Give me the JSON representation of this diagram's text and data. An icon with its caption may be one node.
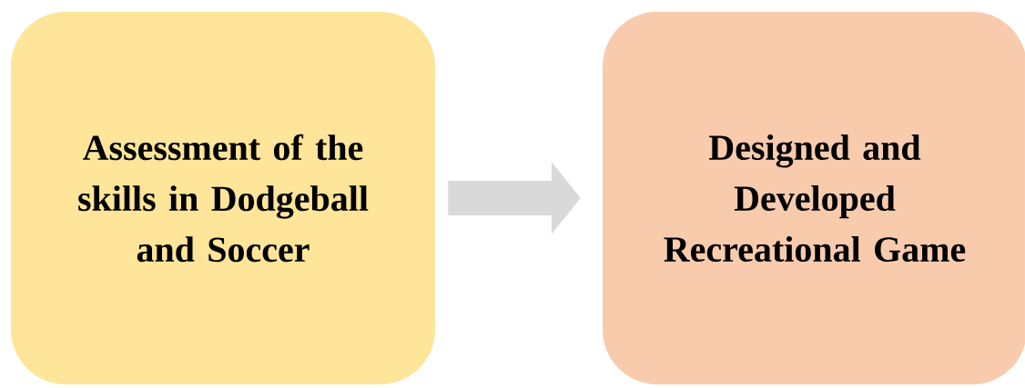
{
  "diagram": {
    "nodes": [
      {
        "text": [
          "Assessment of the skills in Dodgeball and Soccer"
        ]
      },
      {
        "text": [
          "Designed and Developed Recreational Game"
        ]
      }
    ],
    "edges": [
      {
        "from": 0,
        "to": 1,
        "arrow": "to"
      }
    ]
  }
}
